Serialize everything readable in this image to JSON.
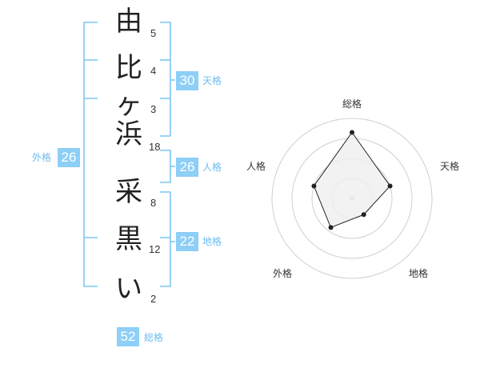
{
  "name": {
    "characters": [
      "由",
      "比",
      "ヶ",
      "浜",
      "采",
      "黒",
      "い"
    ],
    "strokes": [
      "5",
      "4",
      "3",
      "18",
      "8",
      "12",
      "2"
    ]
  },
  "kaku": {
    "tenkaku": {
      "value": "30",
      "label": "天格"
    },
    "jinkaku": {
      "value": "26",
      "label": "人格"
    },
    "chikaku": {
      "value": "22",
      "label": "地格"
    },
    "gaikaku": {
      "value": "26",
      "label": "外格"
    },
    "soukaku": {
      "value": "52",
      "label": "総格"
    }
  },
  "radar": {
    "axes": [
      "総格",
      "天格",
      "地格",
      "外格",
      "人格"
    ],
    "levels": 4,
    "values": [
      3.3,
      2.0,
      1.0,
      1.8,
      2.0
    ],
    "fill_color": "#efefef",
    "line_color": "#222222",
    "ring_color": "#d0d0d0"
  },
  "colors": {
    "accent": "#8dcff7",
    "accent_text": "#6dbcf0",
    "bracket": "#7fc6f2"
  }
}
